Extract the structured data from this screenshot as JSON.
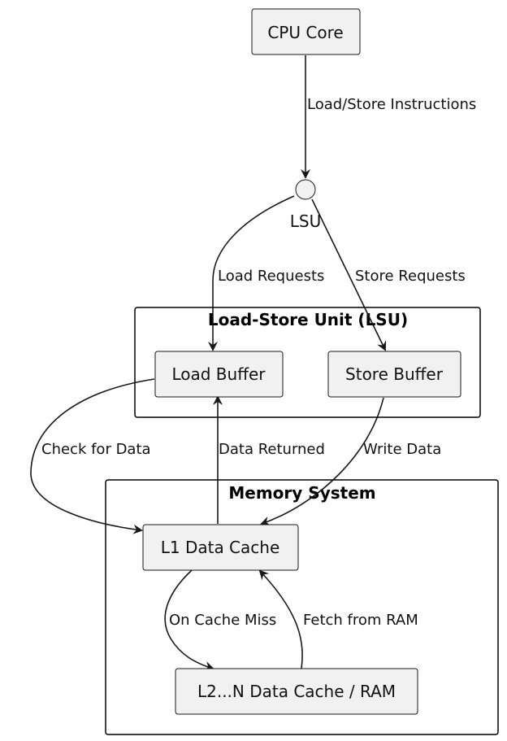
{
  "nodes": {
    "cpu_core": "CPU Core",
    "lsu_interface": "LSU",
    "load_buffer": "Load Buffer",
    "store_buffer": "Store Buffer",
    "l1_data_cache": "L1 Data Cache",
    "l2_ram": "L2...N Data Cache / RAM"
  },
  "groups": {
    "lsu": "Load-Store Unit (LSU)",
    "memory_system": "Memory System"
  },
  "edges": {
    "cpu_to_lsu": "Load/Store Instructions",
    "lsu_to_load_buffer": "Load Requests",
    "lsu_to_store_buffer": "Store Requests",
    "load_buffer_to_l1": "Check for Data",
    "l1_to_load_buffer": "Data Returned",
    "store_buffer_to_l1": "Write Data",
    "l1_to_l2": "On Cache Miss",
    "l2_to_l1": "Fetch from RAM"
  }
}
